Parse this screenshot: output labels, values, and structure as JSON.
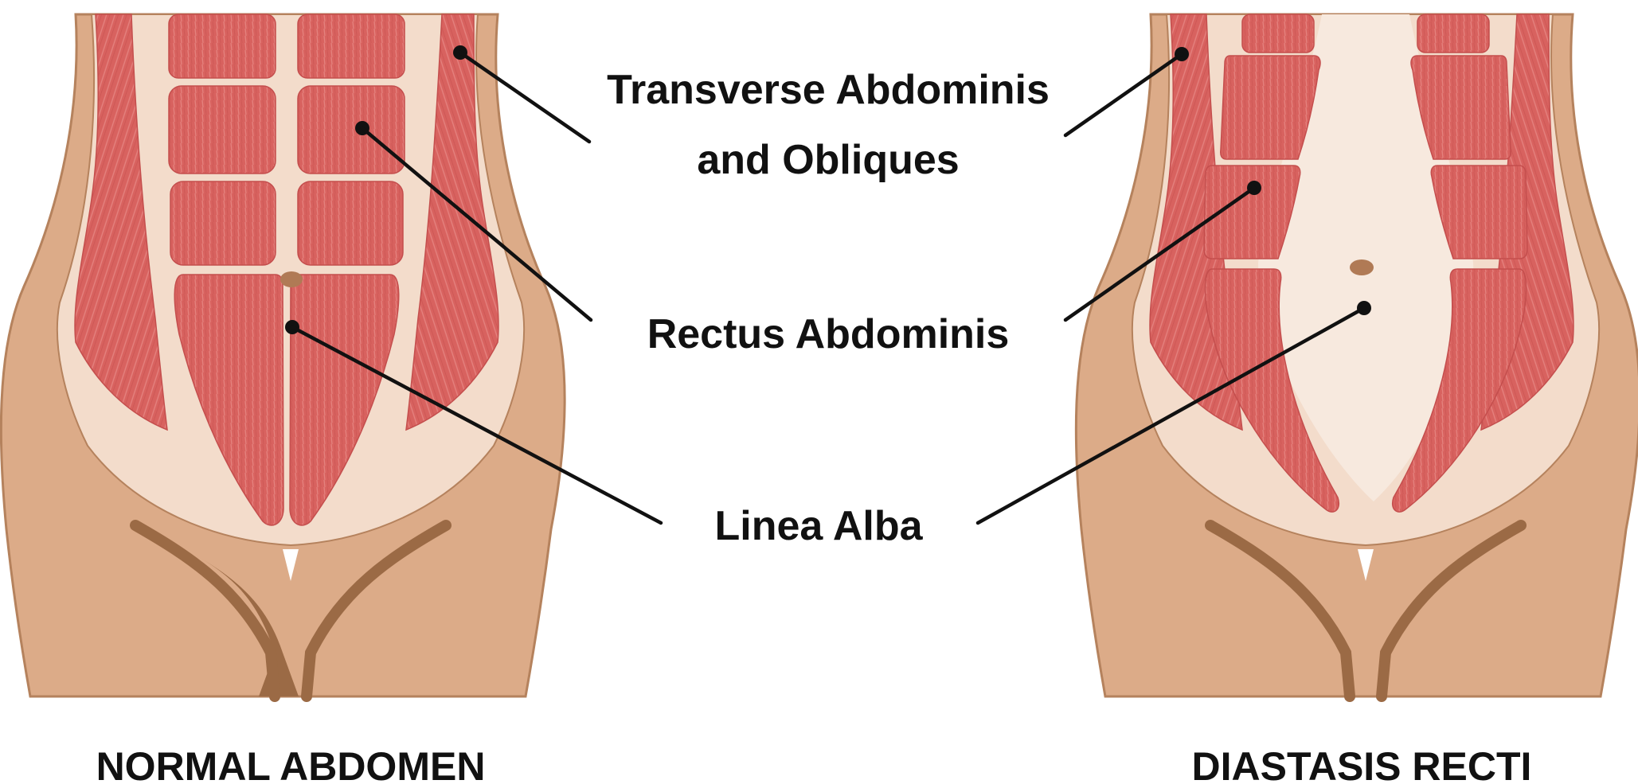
{
  "labels": {
    "transverse_line1": "Transverse Abdominis",
    "transverse_line2": "and Obliques",
    "rectus": "Rectus Abdominis",
    "linea": "Linea Alba"
  },
  "captions": {
    "normal": "NORMAL ABDOMEN",
    "diastasis": "DIASTASIS RECTI"
  },
  "colors": {
    "background": "#ffffff",
    "skin": "#dcab88",
    "skin_outline": "#b5825d",
    "skin_highlight": "#ecc8a9",
    "fascia": "#f3dccb",
    "linea_alba_cream": "#f7e9de",
    "muscle": "#d8625f",
    "muscle_dark": "#c44e4d",
    "muscle_fiber": "#e98c88",
    "crotch": "#9b6a45",
    "leader_line": "#111111",
    "text": "#111111"
  }
}
